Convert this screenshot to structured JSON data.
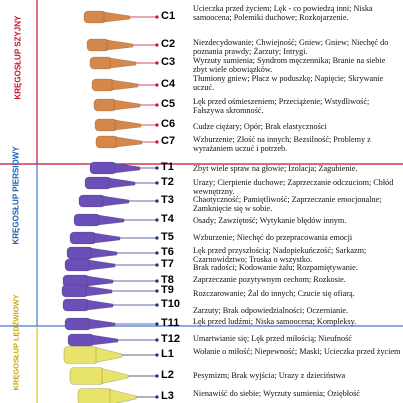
{
  "regions": {
    "cervical": "KRĘGOSŁUP SZYJNY",
    "thoracic": "KRĘGOSŁUP PIERSIOWY",
    "lumbar": "KRĘGOSŁUP LĘDŹWIOWY"
  },
  "colors": {
    "cervical": "#d6884a",
    "thoracic": "#6a4fb8",
    "lumbar": "#e8e36a",
    "cervical_line": "#c8102e",
    "thoracic_line": "#3a7fd5",
    "lumbar_line": "#e0c020"
  },
  "vertebrae": [
    {
      "label": "C1",
      "text": "Ucieczka przed życiem; Lęk - co powiedzą inni; Niska samoocena; Polemiki duchowe; Rozkojarzenie."
    },
    {
      "label": "C2",
      "text": "Niezdecydowanie; Chwiejność; Gniew; Gniew; Niechęć do poznania prawdy; Żarzuty; Intrygi."
    },
    {
      "label": "C3",
      "text": "Wyrzuty sumienia; Syndrom męczennika; Branie na siebie zbyt wiele obowiązków."
    },
    {
      "label": "C4",
      "text": "Tłumiony gniew; Płacz w poduszkę; Napięcie; Skrywanie uczuć."
    },
    {
      "label": "C5",
      "text": "Lęk przed ośmieszeniem; Przeciążenie; Wstydliwość; Fałszywa skromność."
    },
    {
      "label": "C6",
      "text": "Cudze ciężary; Opór; Brak elastyczności"
    },
    {
      "label": "C7",
      "text": "Wzburzenie; Złość na innych; Bezsilność; Problemy z wyrażaniem uczuć i potrzeb."
    },
    {
      "label": "T1",
      "text": "Zbyt wiele spraw na głowie; Izolacja; Zagubienie."
    },
    {
      "label": "T2",
      "text": "Urazy; Cierpienie duchowe; Zaprzeczanie odczuciom; Chłód wewnętrzny."
    },
    {
      "label": "T3",
      "text": "Chaotyczność; Pamiętliwość; Zaprzeczanie emocjonalne; Zamknięcie się w sobie."
    },
    {
      "label": "T4",
      "text": "Osady; Zawziętość; Wytykanie błędów innym."
    },
    {
      "label": "T5",
      "text": "Wzburzenie; Niechęć do przepracowania emocji"
    },
    {
      "label": "T6",
      "text": "Lęk przed przyszłością; Nadopiekuńczość; Sarkazm; Czarnowidztwo; Troska o wszystko."
    },
    {
      "label": "T7",
      "text": "Brak radości; Kodowanie żalu; Rozpamiętywanie."
    },
    {
      "label": "T8",
      "text": "Zaprzeczanie pozytywnym cechom; Rozkosie."
    },
    {
      "label": "T9",
      "text": "Rozczarowanie; Żal do innych; Czucie się ofiarą."
    },
    {
      "label": "T10",
      "text": "Zarzuty; Brak odpowiedzialności; Oczernianie."
    },
    {
      "label": "T11",
      "text": "Lęk przed ludźmi; Niska samoocena; Kompleksy."
    },
    {
      "label": "T12",
      "text": "Umartwianie się; Lęk przed miłością; Nieufność"
    },
    {
      "label": "L1",
      "text": "Wołanie o miłość; Niepewność; Maski; Ucieczka przed życiem"
    },
    {
      "label": "L2",
      "text": "Pesymizm; Brak wyjścia; Urazy z dzieciństwa"
    },
    {
      "label": "L3",
      "text": "Nienawiść do siebie; Wyrzuty sumienia; Oziębłość"
    }
  ]
}
